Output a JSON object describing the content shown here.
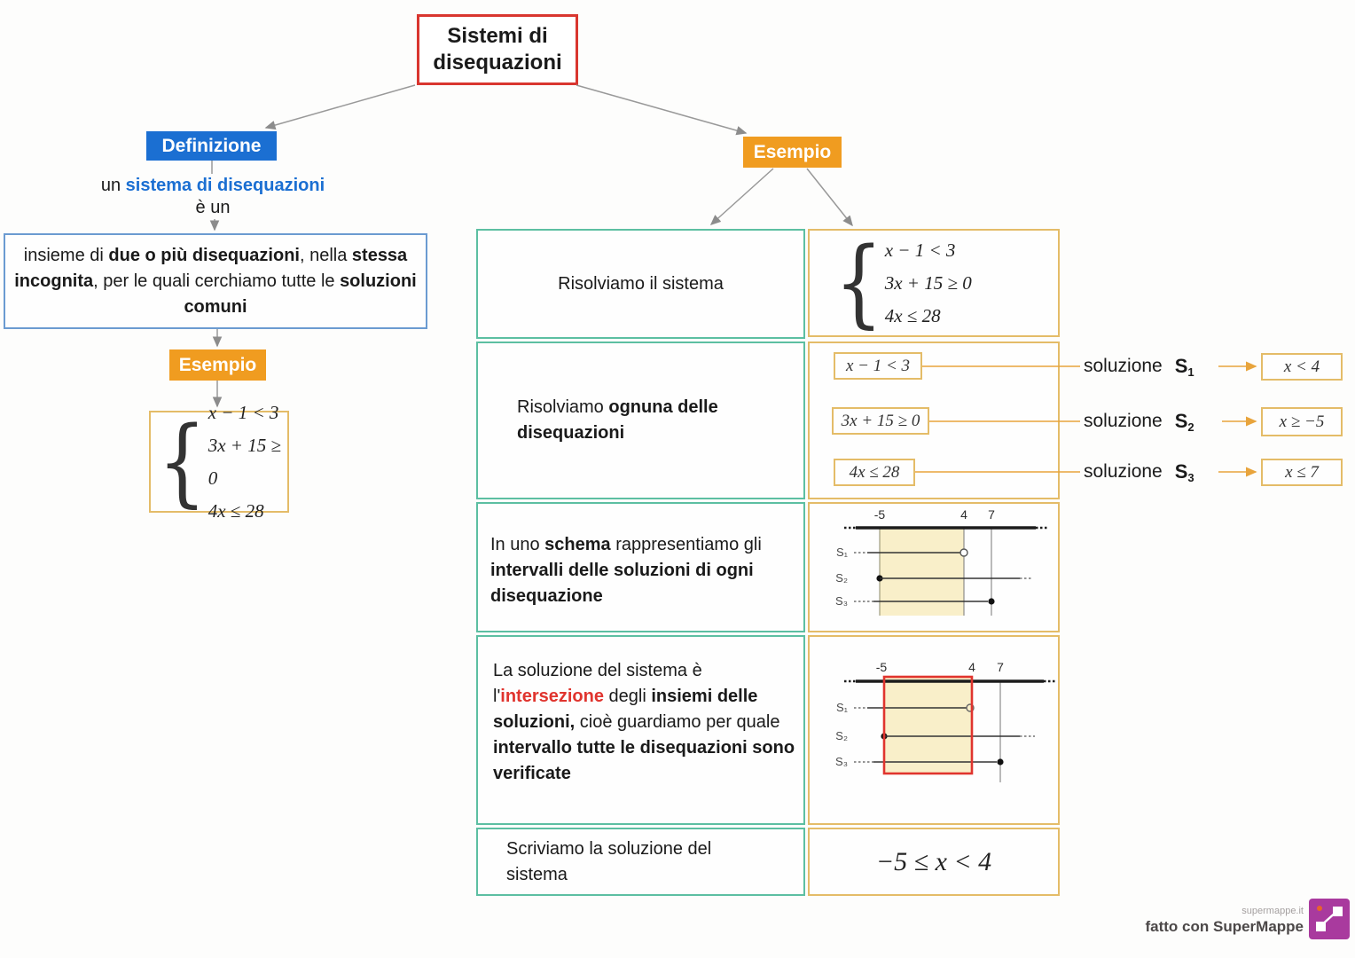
{
  "root": {
    "label": "Sistemi di disequazioni"
  },
  "definizione": {
    "label": "Definizione",
    "lead": [
      "un ",
      "sistema di disequazioni",
      "è un"
    ],
    "body": [
      "insieme di ",
      "due o più disequazioni",
      ", nella ",
      "stessa incognita",
      ", per le quali cerchiamo tutte le ",
      "soluzioni comuni"
    ]
  },
  "esempio_left": {
    "label": "Esempio"
  },
  "esempio_right": {
    "label": "Esempio"
  },
  "system": [
    "x − 1 < 3",
    "3x + 15 ≥ 0",
    "4x ≤ 28"
  ],
  "steps": {
    "row1": {
      "left": "Risolviamo il sistema"
    },
    "row2": {
      "left": [
        "Risolviamo ",
        "ognuna delle disequazioni"
      ],
      "items": [
        {
          "ineq": "x − 1 < 3",
          "word": "soluzione",
          "sym": "S",
          "sub": "1",
          "sol": "x < 4"
        },
        {
          "ineq": "3x + 15 ≥ 0",
          "word": "soluzione",
          "sym": "S",
          "sub": "2",
          "sol": "x ≥ −5"
        },
        {
          "ineq": "4x ≤ 28",
          "word": "soluzione",
          "sym": "S",
          "sub": "3",
          "sol": "x ≤ 7"
        }
      ]
    },
    "row3": {
      "segments": [
        "In uno ",
        "schema",
        " rappresentiamo gli ",
        "intervalli delle soluzioni di ogni disequazione"
      ]
    },
    "row4": {
      "segments": [
        "La soluzione del sistema è l'",
        "intersezione",
        " degli ",
        "insiemi delle soluzioni,",
        " cioè guardiamo per quale ",
        "intervallo tutte le disequazioni sono verificate"
      ]
    },
    "row5": {
      "left": "Scriviamo la soluzione del sistema",
      "solution": "−5 ≤ x < 4"
    }
  },
  "diagrams": {
    "ticks": [
      "-5",
      "4",
      "7"
    ],
    "series": [
      "S₁",
      "S₂",
      "S₃"
    ],
    "intervals": [
      {
        "label": "S₁",
        "solution": "x < 4",
        "endpoint": "open at 4"
      },
      {
        "label": "S₂",
        "solution": "x ≥ −5",
        "endpoint": "closed at −5"
      },
      {
        "label": "S₃",
        "solution": "x ≤ 7",
        "endpoint": "closed at 7"
      }
    ],
    "highlight_interval": "[−5, 4)"
  },
  "footer": {
    "site": "supermappe.it",
    "credit": "fatto con SuperMappe"
  },
  "colors": {
    "accent_red": "#d9362f",
    "accent_blue": "#1b6fd2",
    "accent_orange": "#f09c20",
    "table_green": "#5cbfa2",
    "table_gold": "#e4bc68",
    "shade_yellow": "#f9efc9",
    "connector_orange": "#e8a43c",
    "logo_purple": "#a93a9e"
  }
}
